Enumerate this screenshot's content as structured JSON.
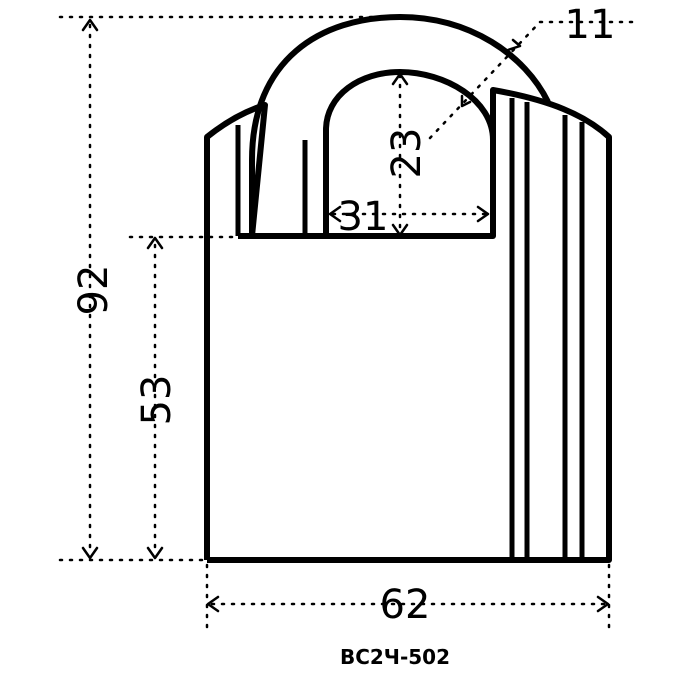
{
  "dimensions": {
    "total_height": "92",
    "body_height": "53",
    "shackle_clearance_height": "23",
    "shackle_inner_width": "31",
    "shackle_diameter": "11",
    "body_width": "62"
  },
  "model": "ВС2Ч-502",
  "colors": {
    "stroke": "#000000",
    "background": "#ffffff"
  }
}
